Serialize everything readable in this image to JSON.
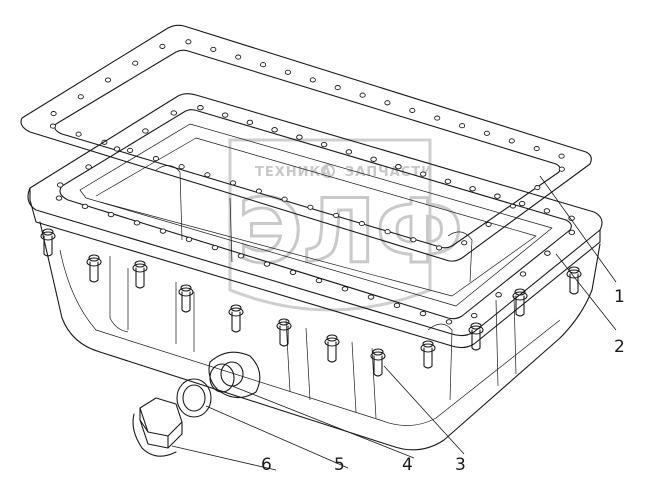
{
  "callouts": [
    {
      "id": "1",
      "label": "1"
    },
    {
      "id": "2",
      "label": "2"
    },
    {
      "id": "3",
      "label": "3"
    },
    {
      "id": "4",
      "label": "4"
    },
    {
      "id": "5",
      "label": "5"
    },
    {
      "id": "6",
      "label": "6"
    }
  ],
  "watermark": {
    "line1_left": "ТЕХНИКА",
    "line1_right": "ЗАПЧАСТИ",
    "logo": "ЭЛФ"
  },
  "colors": {
    "line": "#1a1a1a",
    "watermark": "#c8c8c8",
    "background": "#ffffff"
  }
}
